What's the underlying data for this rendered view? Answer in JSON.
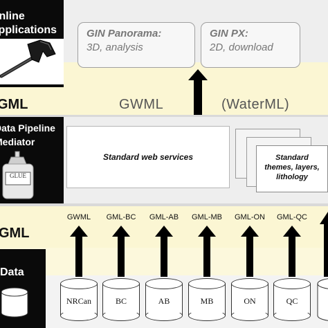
{
  "layers": {
    "applications": {
      "title": "Online\nApplications",
      "apps": [
        {
          "name": "GIN Panorama:",
          "desc": "3D, analysis"
        },
        {
          "name": "GIN PX:",
          "desc": "2D, download"
        }
      ]
    },
    "upper_exchange": {
      "gml_label": "GML",
      "formats": [
        "GWML",
        "(WaterML)"
      ]
    },
    "mediator": {
      "title": "Data Pipeline\nMediator",
      "glue_label": "GLUE",
      "web_services": "Standard web services",
      "themes": "Standard\nthemes, layers,\nlithology"
    },
    "lower_exchange": {
      "gml_label": "GML",
      "formats": [
        "GWML",
        "GML-BC",
        "GML-AB",
        "GML-MB",
        "GML-ON",
        "GML-QC"
      ]
    },
    "data": {
      "title": "Data",
      "sources": [
        "NRCan",
        "BC",
        "AB",
        "MB",
        "ON",
        "QC"
      ]
    }
  },
  "colors": {
    "black_column": "#0a0a0a",
    "band": "#fbf6d3",
    "panel": "#eeeeee",
    "arrow": "#000000"
  }
}
